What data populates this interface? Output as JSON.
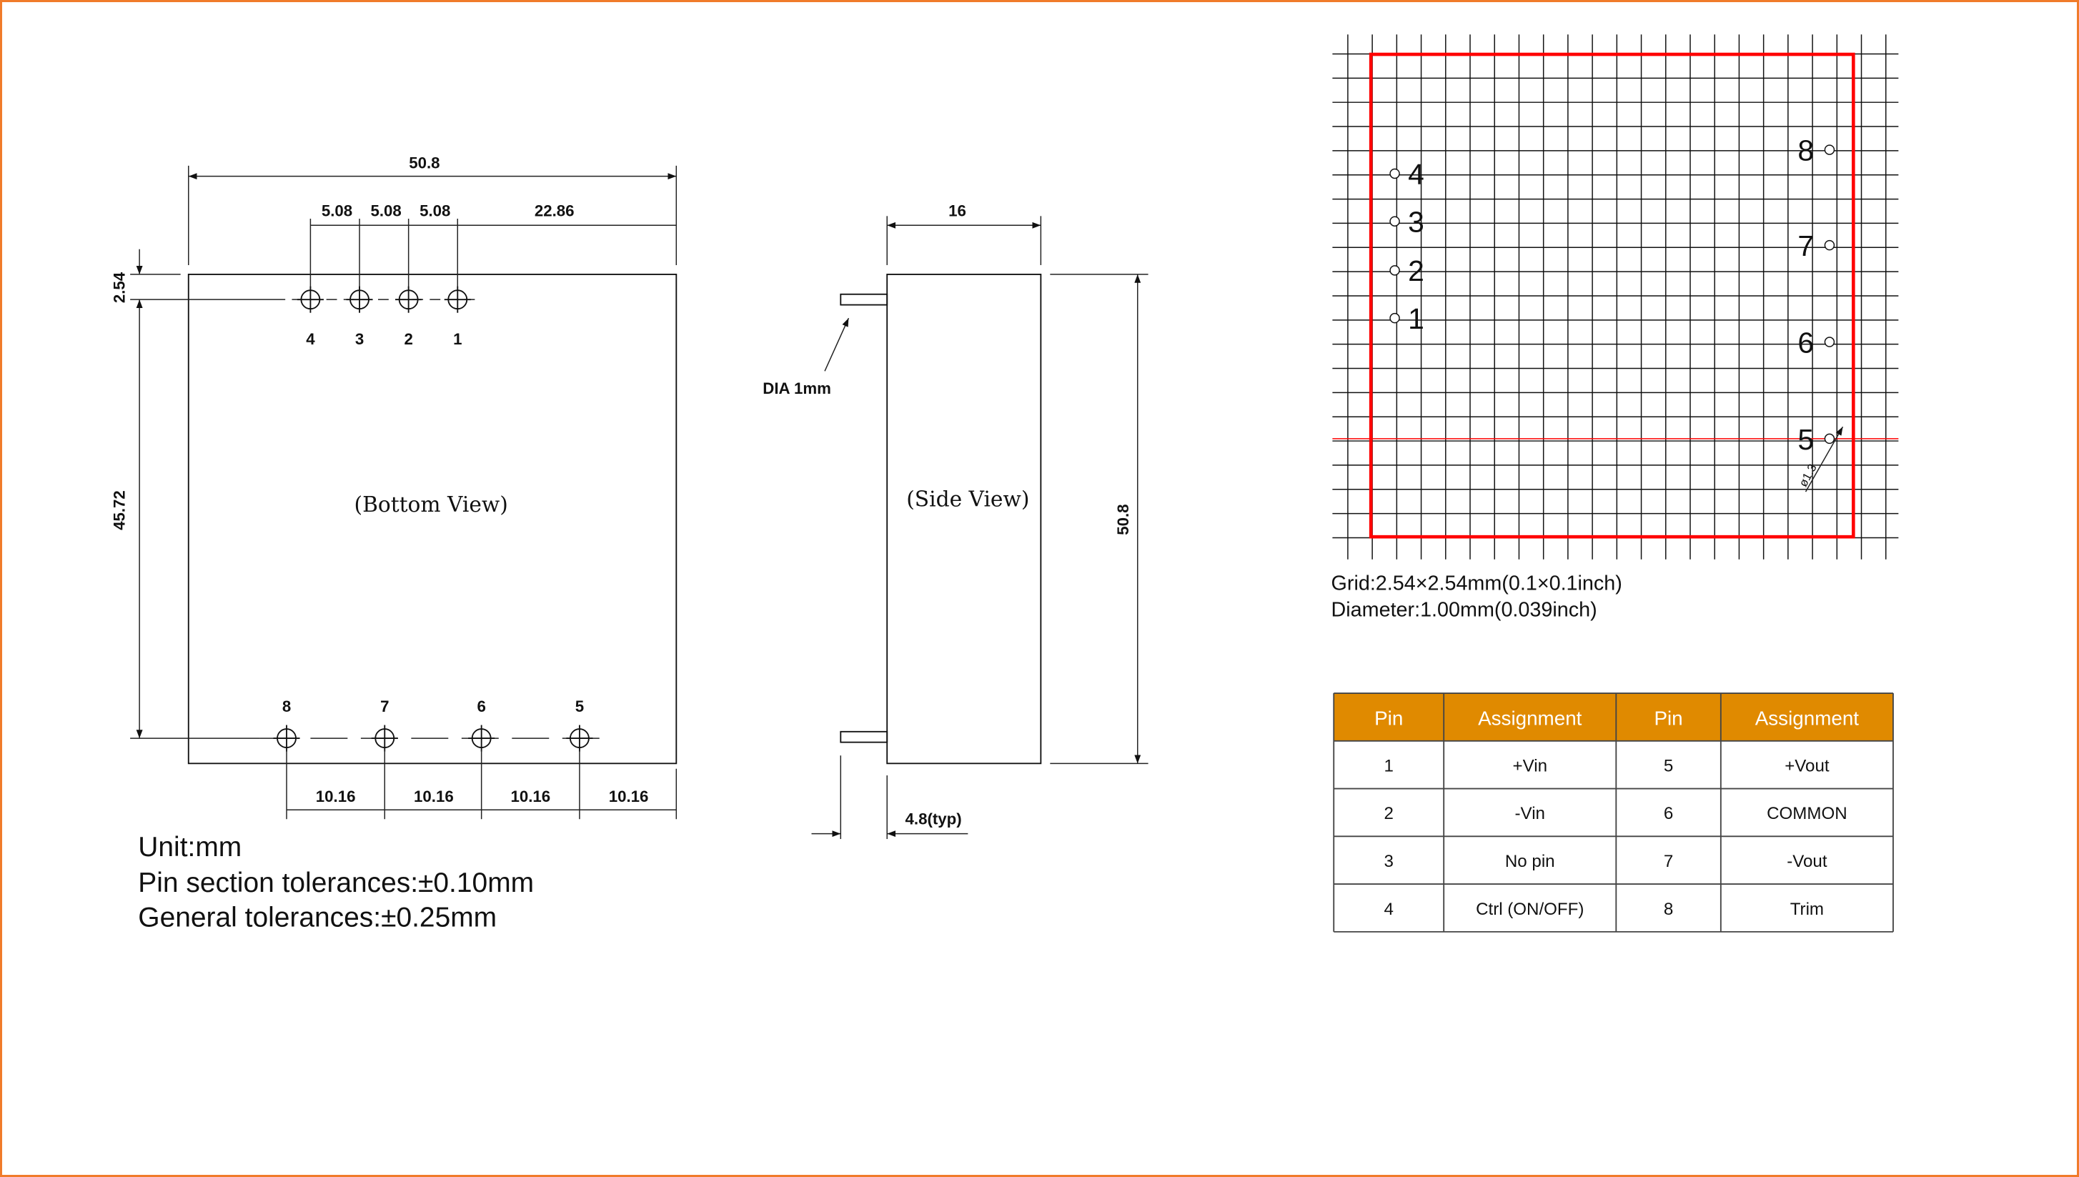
{
  "bottom_view": {
    "title": "(Bottom View)",
    "dims": {
      "width": "50.8",
      "pitch_a": "5.08",
      "pitch_b": "5.08",
      "pitch_c": "5.08",
      "offset": "22.86",
      "edge": "2.54",
      "height": "45.72",
      "spacing": [
        "10.16",
        "10.16",
        "10.16",
        "10.16"
      ]
    },
    "top_pins": [
      "4",
      "3",
      "2",
      "1"
    ],
    "bottom_pins": [
      "8",
      "7",
      "6",
      "5"
    ]
  },
  "side_view": {
    "title": "(Side View)",
    "width": "16",
    "height": "50.8",
    "pin_dia": "DIA 1mm",
    "pin_len": "4.8(typ)"
  },
  "notes": [
    "Unit:mm",
    "Pin section tolerances:±0.10mm",
    "General tolerances:±0.25mm"
  ],
  "grid_view": {
    "left_pins": [
      "4",
      "3",
      "2",
      "1"
    ],
    "right_pins": [
      "8",
      "7",
      "6",
      "5"
    ],
    "dia_label": "ø1.3",
    "grid_note": "Grid:2.54×2.54mm(0.1×0.1inch)",
    "diameter_note": "Diameter:1.00mm(0.039inch)"
  },
  "pin_table": {
    "headers": [
      "Pin",
      "Assignment",
      "Pin",
      "Assignment"
    ],
    "rows": [
      [
        "1",
        "+Vin",
        "5",
        "+Vout"
      ],
      [
        "2",
        "-Vin",
        "6",
        "COMMON"
      ],
      [
        "3",
        "No pin",
        "7",
        "-Vout"
      ],
      [
        "4",
        "Ctrl (ON/OFF)",
        "8",
        "Trim"
      ]
    ]
  },
  "colors": {
    "frame": "#f07b2a",
    "header": "#e08a00",
    "outline": "#ff0000"
  }
}
